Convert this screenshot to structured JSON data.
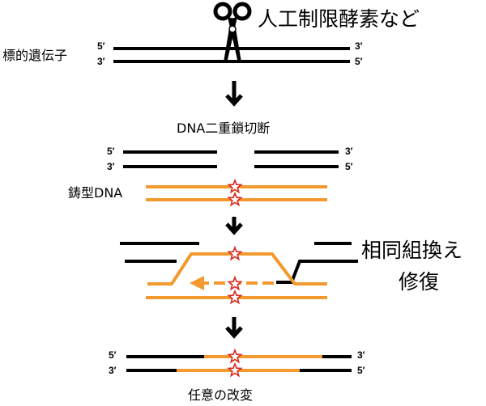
{
  "enzyme_label": "人工制限酵素など",
  "target_gene_label": "標的遺伝子",
  "dsb_label": "DNA二重鎖切断",
  "template_label": "鋳型DNA",
  "repair_label_line1": "相同組換え",
  "repair_label_line2": "修復",
  "result_label": "任意の改変",
  "end_5": "5′",
  "end_3": "3′",
  "icons": {
    "cut_tool": "scissors-icon",
    "mutation_mark": "star-icon"
  },
  "colors": {
    "strand": "#000000",
    "template": "#f39a2e",
    "mark_outline": "#d9281e",
    "mark_fill": "#ffffff"
  }
}
